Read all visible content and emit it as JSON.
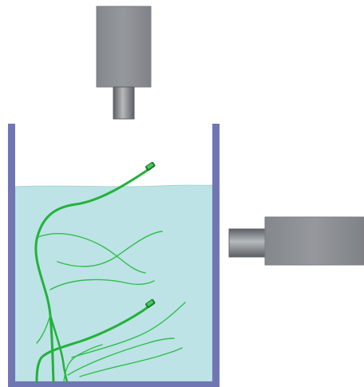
{
  "diagram": {
    "colors": {
      "background": "#ffffff",
      "container_wall": "#7076b4",
      "liquid": "#bde3e6",
      "liquid_edge": "#a7d4d8",
      "camera_body": "#8d9095",
      "camera_lens": "#6f7278",
      "lens_highlight": "#b7babd",
      "fiber_main": "#23b23b",
      "fiber_thin": "#2fbe4a",
      "fiber_tip": "#1d7a2e"
    },
    "components": [
      {
        "name": "top-camera-icon",
        "kind": "camera"
      },
      {
        "name": "side-camera-icon",
        "kind": "camera"
      },
      {
        "name": "liquid-container",
        "kind": "tank"
      },
      {
        "name": "fiber-strands",
        "kind": "fibers"
      }
    ]
  }
}
